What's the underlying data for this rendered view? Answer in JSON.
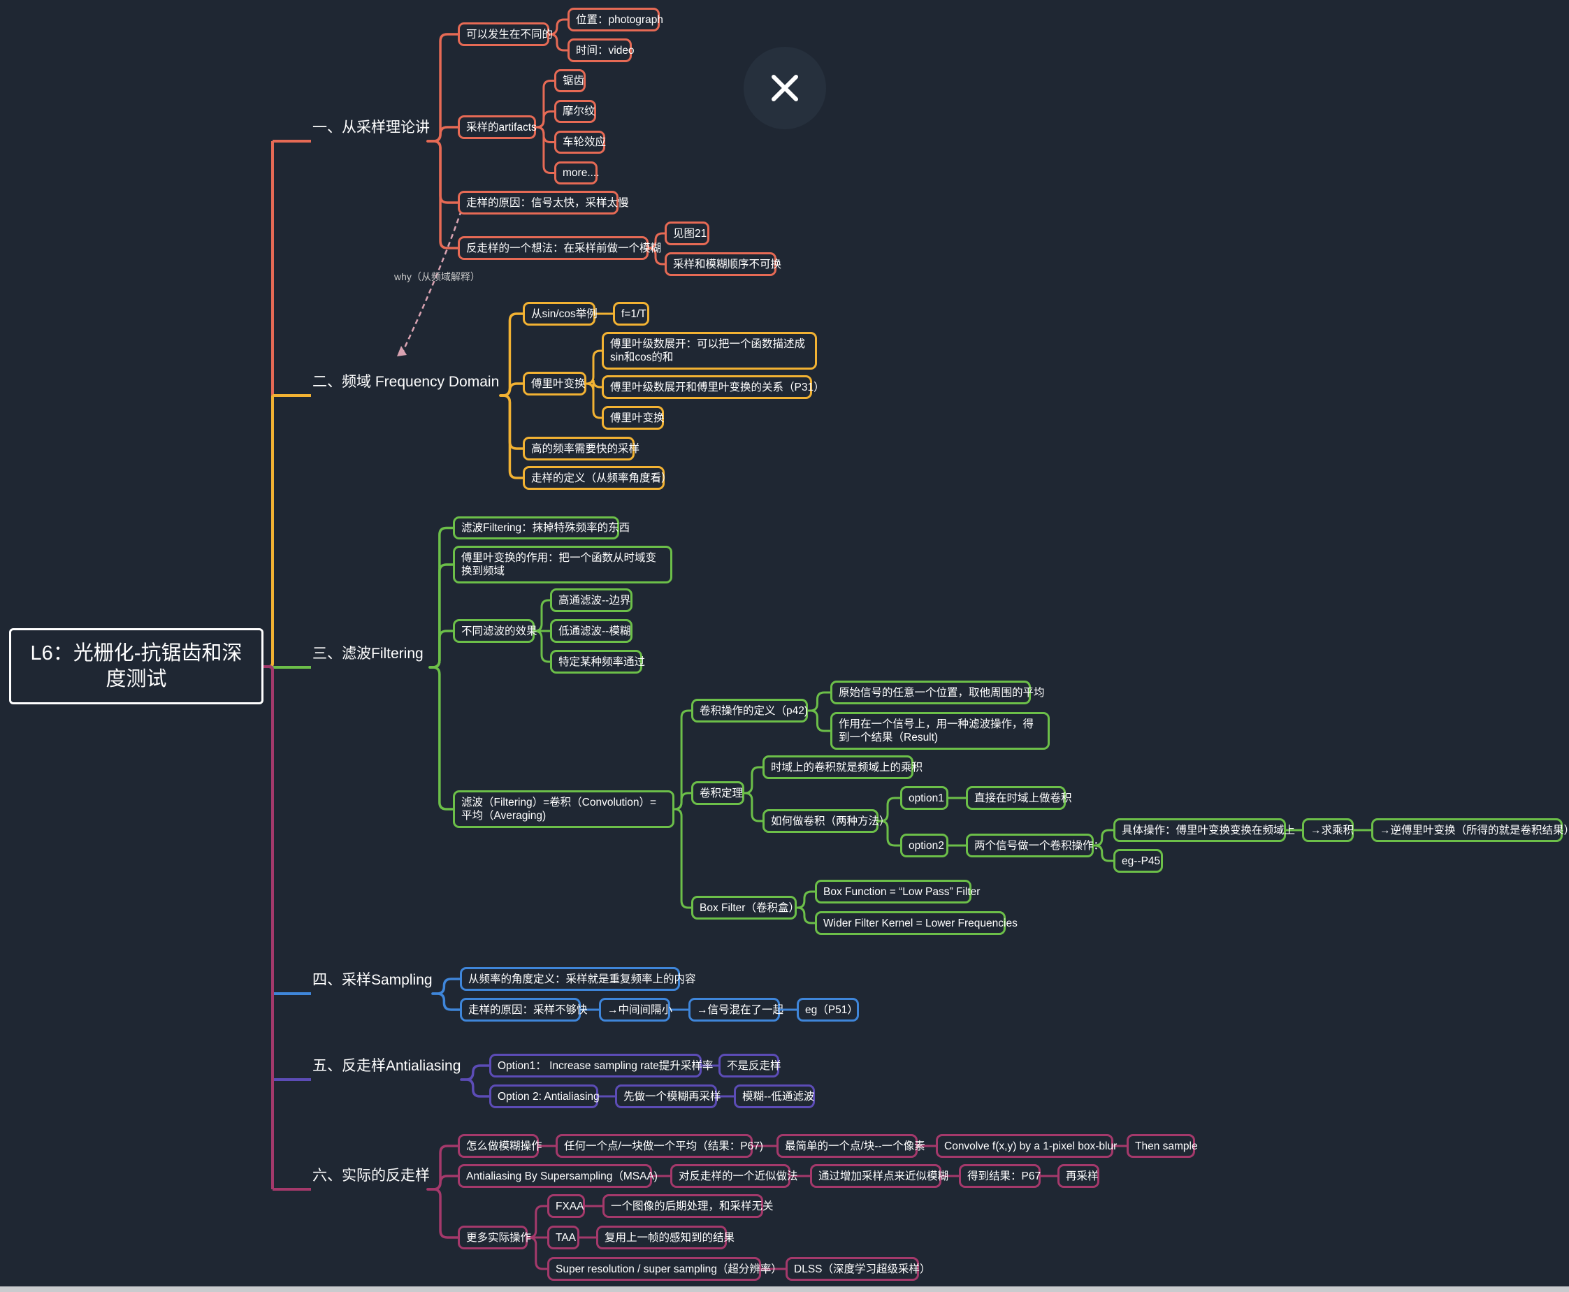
{
  "root": "L6：光栅化-抗锯齿和深度测试",
  "why_label": "why（从频域解释）",
  "branches": [
    {
      "label": "一、从采样理论讲",
      "color": "#e66a55",
      "nodes": [
        "可以发生在不同的",
        "位置：photograph",
        "时间：video",
        "采样的artifacts",
        "锯齿",
        "摩尔纹",
        "车轮效应",
        "more....",
        "走样的原因：信号太快，采样太慢",
        "反走样的一个想法：在采样前做一个模糊",
        "见图21",
        "采样和模糊顺序不可换"
      ]
    },
    {
      "label": "二、频域 Frequency Domain",
      "color": "#f2b233",
      "nodes": [
        "从sin/cos举例",
        "f=1/T",
        "傅里叶变换",
        "傅里叶级数展开：可以把一个函数描述成sin和cos的和",
        "傅里叶级数展开和傅里叶变换的关系（P31）",
        "傅里叶变换",
        "高的频率需要快的采样",
        "走样的定义（从频率角度看）"
      ]
    },
    {
      "label": "三、滤波Filtering",
      "color": "#6cbf49",
      "nodes": [
        "滤波Filtering：抹掉特殊频率的东西",
        "傅里叶变换的作用：把一个函数从时域变换到频域",
        "不同滤波的效果",
        "高通滤波--边界",
        "低通滤波--模糊",
        "特定某种频率通过",
        "滤波（Filtering）=卷积（Convolution）=平均（Averaging)",
        "卷积操作的定义（p42)",
        "原始信号的任意一个位置，取他周围的平均",
        "作用在一个信号上，用一种滤波操作，得到一个结果（Result)",
        "卷积定理",
        "时域上的卷积就是频域上的乘积",
        "如何做卷积（两种方法）",
        "option1",
        "直接在时域上做卷积",
        "option2",
        "两个信号做一个卷积操作：",
        "具体操作：傅里叶变换变换在频域上",
        "→求乘积",
        "→逆傅里叶变换（所得的就是卷积结果）",
        "eg--P45",
        "Box Filter（卷积盒）",
        "Box Function = “Low Pass” Filter",
        "Wider Filter Kernel = Lower Frequencies"
      ]
    },
    {
      "label": "四、采样Sampling",
      "color": "#3f86da",
      "nodes": [
        "从频率的角度定义：采样就是重复频率上的内容",
        "走样的原因：采样不够快",
        "→中间间隔小",
        "→信号混在了一起",
        "eg（P51）"
      ]
    },
    {
      "label": "五、反走样Antialiasing",
      "color": "#5c4cb6",
      "nodes": [
        "Option1： Increase sampling rate提升采样率",
        "不是反走样",
        "Option 2: Antialiasing",
        "先做一个模糊再采样",
        "模糊--低通滤波"
      ]
    },
    {
      "label": "六、实际的反走样",
      "color": "#a4396b",
      "nodes": [
        "怎么做模糊操作",
        "任何一个点/一块做一个平均（结果：P67)",
        "最简单的一个点/块--一个像素",
        "Convolve f(x,y) by a 1-pixel box-blur",
        "Then sample",
        "Antialiasing By Supersampling（MSAA)",
        "对反走样的一个近似做法",
        "通过增加采样点来近似模糊",
        "得到结果：P67",
        "再采样",
        "更多实际操作",
        "FXAA",
        "一个图像的后期处理，和采样无关",
        "TAA",
        "复用上一帧的感知到的结果",
        "Super resolution / super sampling（超分辨率）",
        "DLSS（深度学习超级采样）"
      ]
    }
  ]
}
